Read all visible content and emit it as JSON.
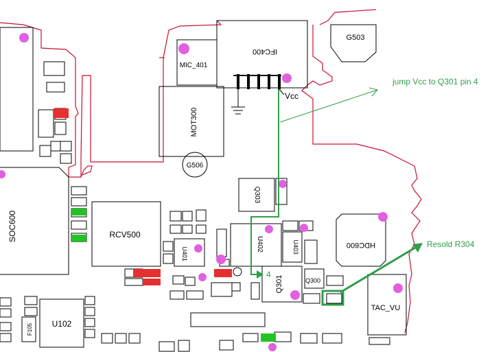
{
  "labels": {
    "g503": "G503",
    "ifc400": "IFC400",
    "mic401": "MIC_401",
    "mot300": "MOT300",
    "g506": "G506",
    "vcc": "Vcc",
    "jump_note": "jump Vcc to Q301 pin 4",
    "q303": "Q303",
    "soc600": "SOC600",
    "rcv500": "RCV500",
    "u402": "U402",
    "u403": "U403",
    "u401": "U401",
    "hdc600": "HDC600",
    "resold_note": "Resold R304",
    "pin4": "4",
    "q301": "Q301",
    "q300": "Q300",
    "tac_vu": "TAC_VU",
    "u102": "U102",
    "f105": "F105"
  },
  "colors": {
    "outline": "#c8102e",
    "annotation": "#2e9e4a",
    "component": "#000000",
    "marker": "#e060e0",
    "highlight_red": "#e53030",
    "highlight_green": "#22c322"
  }
}
